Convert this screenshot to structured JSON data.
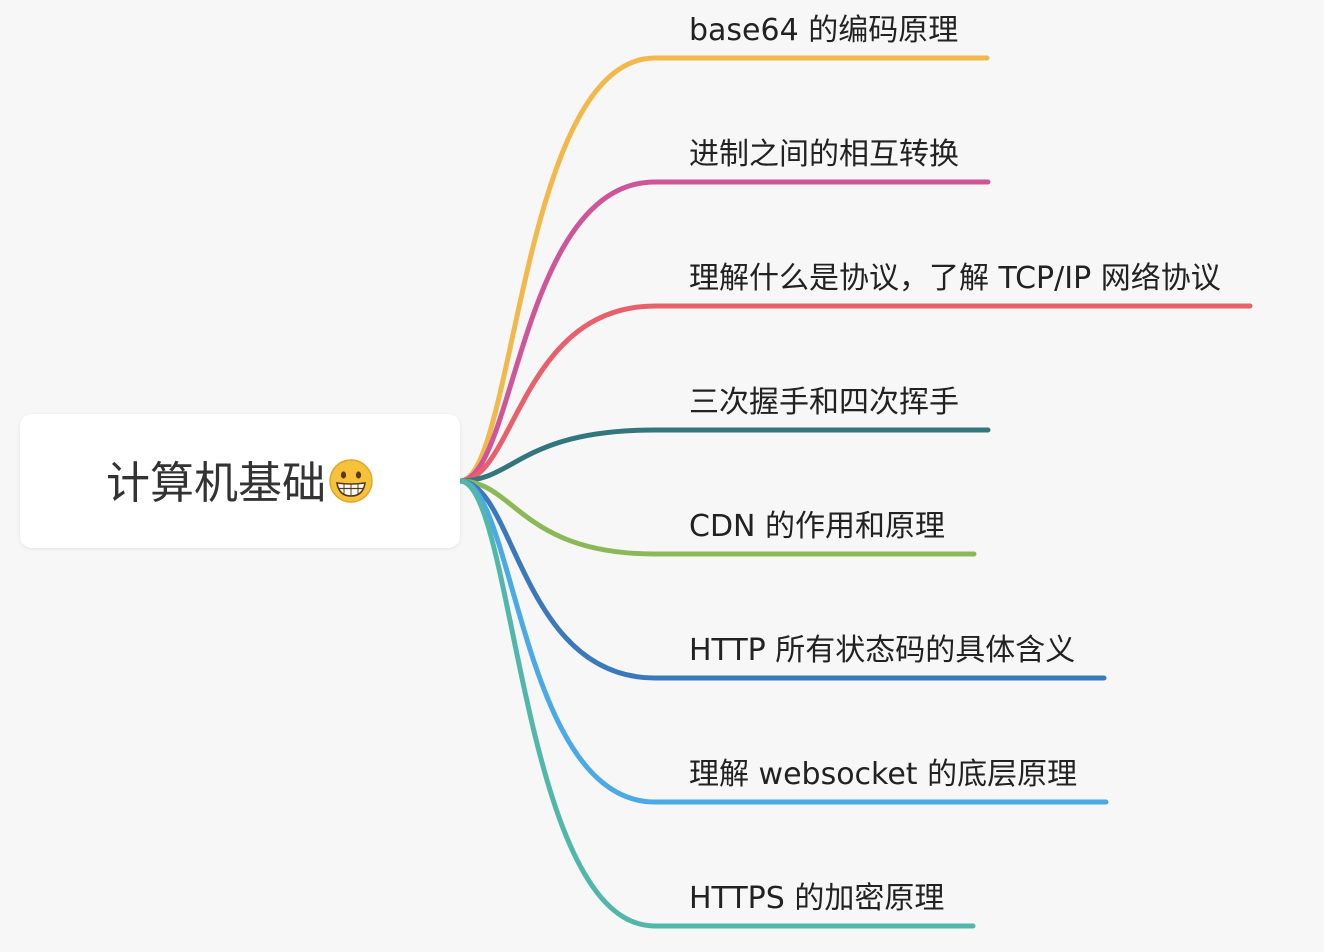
{
  "root": {
    "title": "计算机基础",
    "emoji_icon": "grinning-face-icon"
  },
  "branches": [
    {
      "label": "base64 的编码原理",
      "color": "#F2B84B"
    },
    {
      "label": "进制之间的相互转换",
      "color": "#CE5598"
    },
    {
      "label": "理解什么是协议，了解 TCP/IP 网络协议",
      "color": "#E8606B"
    },
    {
      "label": "三次握手和四次挥手",
      "color": "#33777E"
    },
    {
      "label": "CDN 的作用和原理",
      "color": "#8CB958"
    },
    {
      "label": "HTTP 所有状态码的具体含义",
      "color": "#3C79BC"
    },
    {
      "label": "理解 websocket 的底层原理",
      "color": "#4BA9E6"
    },
    {
      "label": "HTTPS 的加密原理",
      "color": "#52B7AB"
    }
  ]
}
